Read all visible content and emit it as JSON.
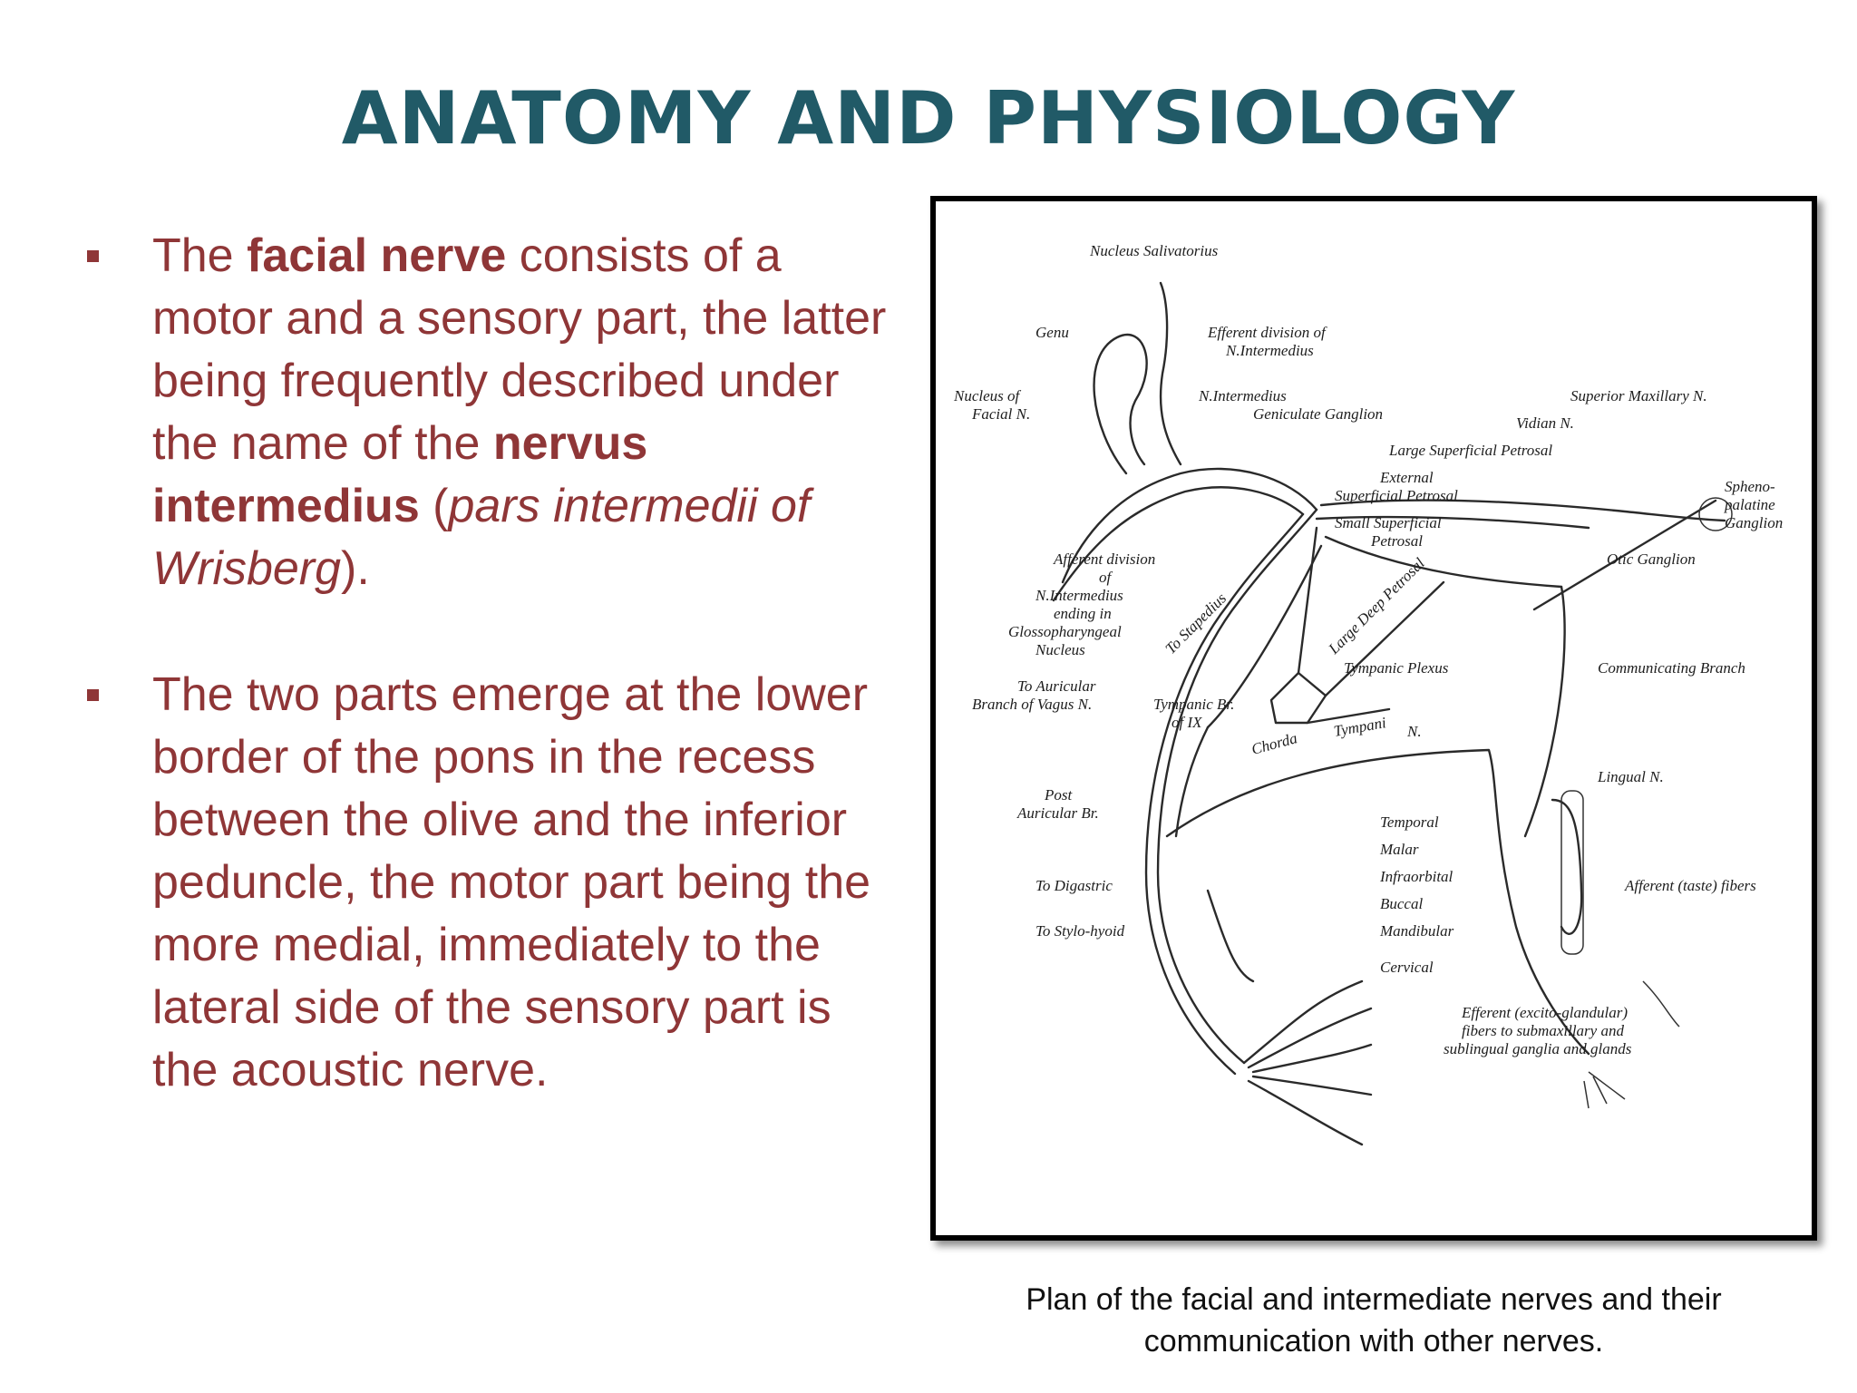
{
  "title": "ANATOMY AND PHYSIOLOGY",
  "bullets": [
    {
      "t1": "The ",
      "b1": "facial nerve",
      "t2": " consists of a motor and a sensory part, the latter being frequently described under the name of the ",
      "b2": "nervus intermedius",
      "t3": " (",
      "i1": "pars intermedii of Wrisberg",
      "t4": ")."
    },
    {
      "text": "The two parts emerge at the lower border of the pons in the recess between the olive and the inferior peduncle, the motor part being the more medial, immediately to the lateral side of the sensory part is the acoustic nerve."
    }
  ],
  "figure": {
    "labels": {
      "nucleus_salivatorius": "Nucleus Salivatorius",
      "genu": "Genu",
      "efferent_1": "Efferent division of",
      "efferent_2": "N.Intermedius",
      "nucleus_facial_1": "Nucleus of",
      "nucleus_facial_2": "Facial N.",
      "n_intermedius": "N.Intermedius",
      "geniculate": "Geniculate Ganglion",
      "superior_maxillary": "Superior Maxillary N.",
      "vidian": "Vidian N.",
      "large_sup_petrosal": "Large Superficial Petrosal",
      "external_1": "External",
      "external_2": "Superficial Petrosal",
      "spheno_1": "Spheno-",
      "spheno_2": "palatine",
      "spheno_3": "Ganglion",
      "small_sup_1": "Small Superficial",
      "small_sup_2": "Petrosal",
      "afferent_1": "Afferent division",
      "afferent_2": "of",
      "afferent_3": "N.Intermedius",
      "afferent_4": "ending in",
      "afferent_5": "Glossopharyngeal",
      "afferent_6": "Nucleus",
      "to_stapedius": "To Stapedius",
      "large_deep_petrosal": "Large Deep Petrosal",
      "otic": "Otic Ganglion",
      "tympanic_plexus": "Tympanic Plexus",
      "auricular_1": "To Auricular",
      "auricular_2": "Branch of Vagus N.",
      "communicating": "Communicating Branch",
      "tympanic_br_1": "Tympanic Br.",
      "tympanic_br_2": "of IX",
      "chorda": "Chorda",
      "tympani": "Tympani",
      "chorda_n": "N.",
      "lingual": "Lingual N.",
      "post_auricular_1": "Post",
      "post_auricular_2": "Auricular Br.",
      "temporal": "Temporal",
      "malar": "Malar",
      "infraorbital": "Infraorbital",
      "buccal": "Buccal",
      "mandibular": "Mandibular",
      "cervical": "Cervical",
      "to_digastric": "To Digastric",
      "to_stylohyoid": "To Stylo-hyoid",
      "afferent_taste": "Afferent (taste) fibers",
      "efferent_ex_1": "Efferent (excito-glandular)",
      "efferent_ex_2": "fibers to submaxillary and",
      "efferent_ex_3": "sublingual ganglia and glands"
    }
  },
  "caption": "Plan of the facial and intermediate nerves and their communication with other nerves."
}
